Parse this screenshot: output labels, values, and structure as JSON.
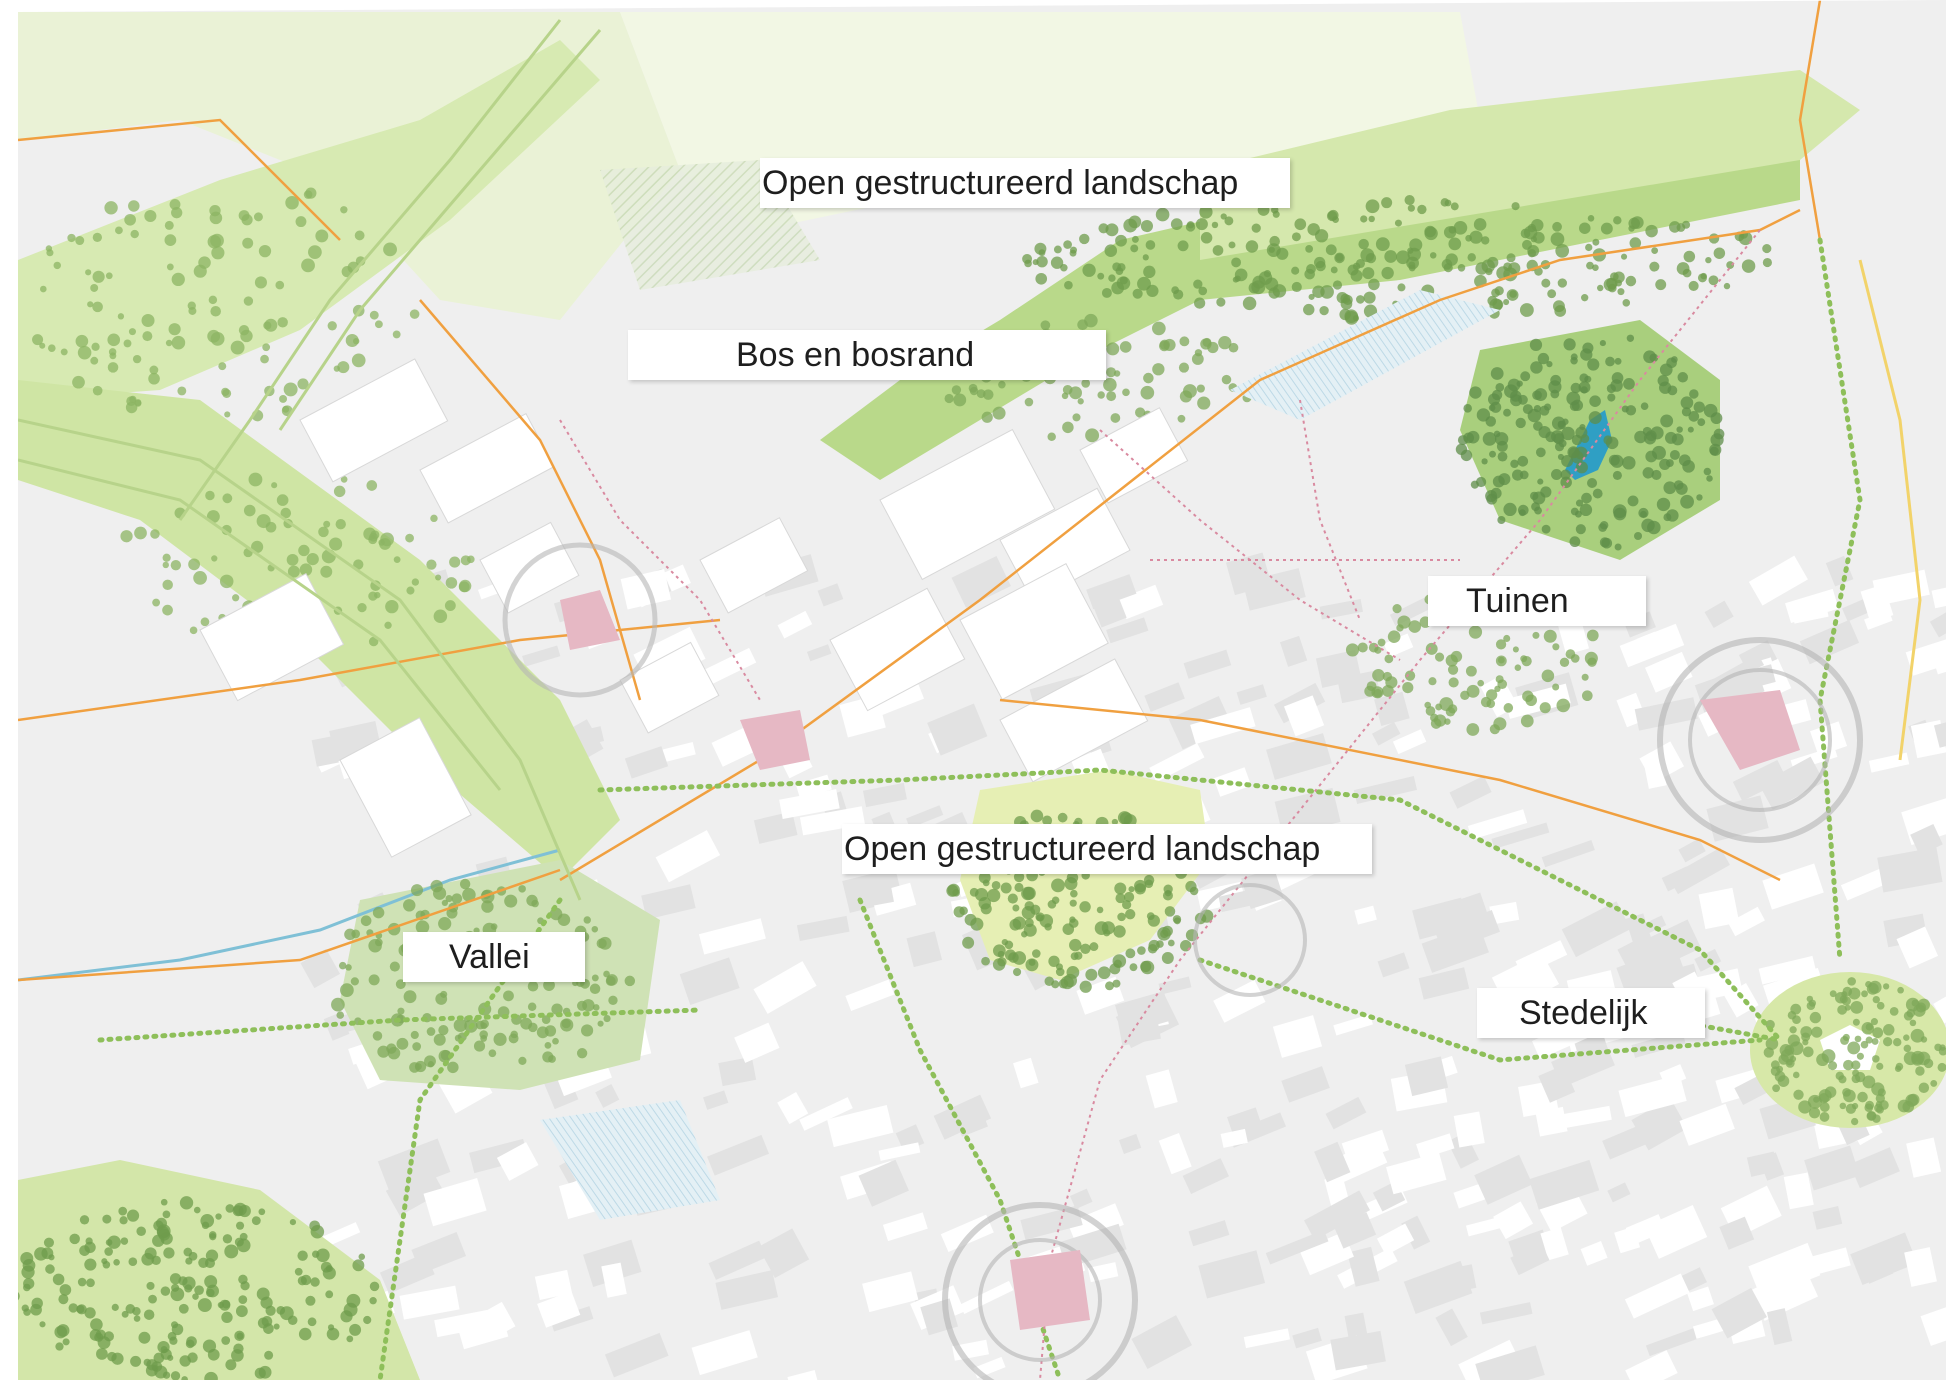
{
  "map": {
    "labels": {
      "open_landscape_north": "Open gestructureerd landschap",
      "forest": "Bos en bosrand",
      "gardens": "Tuinen",
      "open_landscape_south": "Open gestructureerd landschap",
      "valley": "Vallei",
      "urban": "Stedelijk"
    }
  },
  "colors": {
    "background": "#ffffff",
    "urban_fabric": "#ececec",
    "building": "#ffffff",
    "light_green": "#e3efc8",
    "mid_green": "#c5df95",
    "dark_green": "#8fbd5a",
    "tree": "#7fa85a",
    "water": "#bfe0ea",
    "pond": "#2f9fc4",
    "orange_road": "#f0a040",
    "pink_path": "#d98aa0",
    "green_corridor": "#6aa84f",
    "yellow_road": "#f2d36a"
  }
}
